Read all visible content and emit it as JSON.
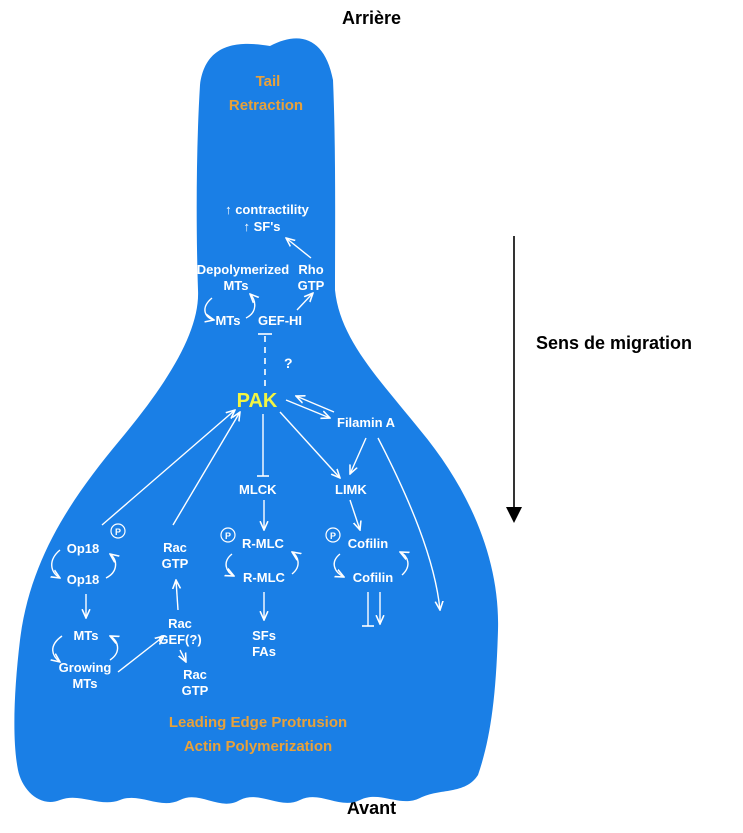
{
  "labels": {
    "top": "Arrière",
    "bottom": "Avant",
    "direction": "Sens de migration"
  },
  "cell": {
    "tail_1": "Tail",
    "tail_2": "Retraction",
    "lead_1": "Leading Edge Protrusion",
    "lead_2": "Actin Polymerization",
    "contractility": "↑ contractility",
    "sfs_up": "↑ SF's",
    "depoly": "Depolymerized",
    "mts_top": "MTs",
    "mts_mid": "MTs",
    "gef_hi": "GEF-HI",
    "rho": "Rho",
    "rho_gtp": "GTP",
    "question": "?",
    "pak": "PAK",
    "filamin": "Filamin A",
    "mlck": "MLCK",
    "limk": "LIMK",
    "op18_p": "Op18",
    "op18": "Op18",
    "rac_1": "Rac",
    "rac_1_gtp": "GTP",
    "p_rmlc": "R-MLC",
    "rmlc": "R-MLC",
    "p_cofilin": "Cofilin",
    "cofilin": "Cofilin",
    "mts_low": "MTs",
    "growing": "Growing",
    "growing_mts": "MTs",
    "rac_gef": "Rac",
    "rac_gef_2": "GEF(?)",
    "sfs": "SFs",
    "fas": "FAs",
    "rac_2": "Rac",
    "rac_2_gtp": "GTP",
    "phospho": "P"
  },
  "colors": {
    "cell": "#1a7fe6",
    "text": "#ffffff",
    "accent": "#e8a13a",
    "pak": "#f2f542"
  }
}
